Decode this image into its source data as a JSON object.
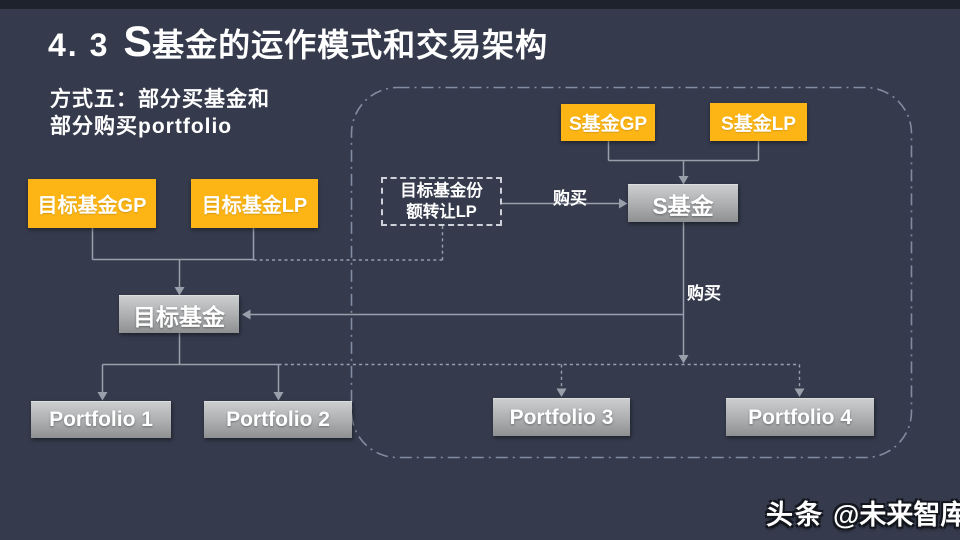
{
  "header": {
    "number": "4. 3",
    "title_cap": "S",
    "title_rest": "基金的运作模式和交易架构"
  },
  "subtitle": {
    "line1": "方式五：部分买基金和",
    "line2": "部分购买portfolio"
  },
  "diagram": {
    "nodes": {
      "target_fund_gp": "目标基金GP",
      "target_fund_lp": "目标基金LP",
      "share_transfer_lp_line1": "目标基金份",
      "share_transfer_lp_line2": "额转让LP",
      "s_fund_gp": "S基金GP",
      "s_fund_lp": "S基金LP",
      "s_fund": "S基金",
      "target_fund": "目标基金",
      "portfolio_1": "Portfolio 1",
      "portfolio_2": "Portfolio 2",
      "portfolio_3": "Portfolio 3",
      "portfolio_4": "Portfolio 4"
    },
    "edge_labels": {
      "buy_left": "购买",
      "buy_right": "购买"
    }
  },
  "watermark": {
    "brand": "头条",
    "handle": "@未来智库"
  },
  "colors": {
    "background": "#353b4d",
    "top_bar": "#1e222c",
    "accent_orange": "#fcb515",
    "gray_box_top": "#cbcdce",
    "gray_box_bottom": "#8e9092",
    "connector_line": "#9aa0ab",
    "boundary_dash": "#838ba0",
    "text": "#ffffff"
  }
}
